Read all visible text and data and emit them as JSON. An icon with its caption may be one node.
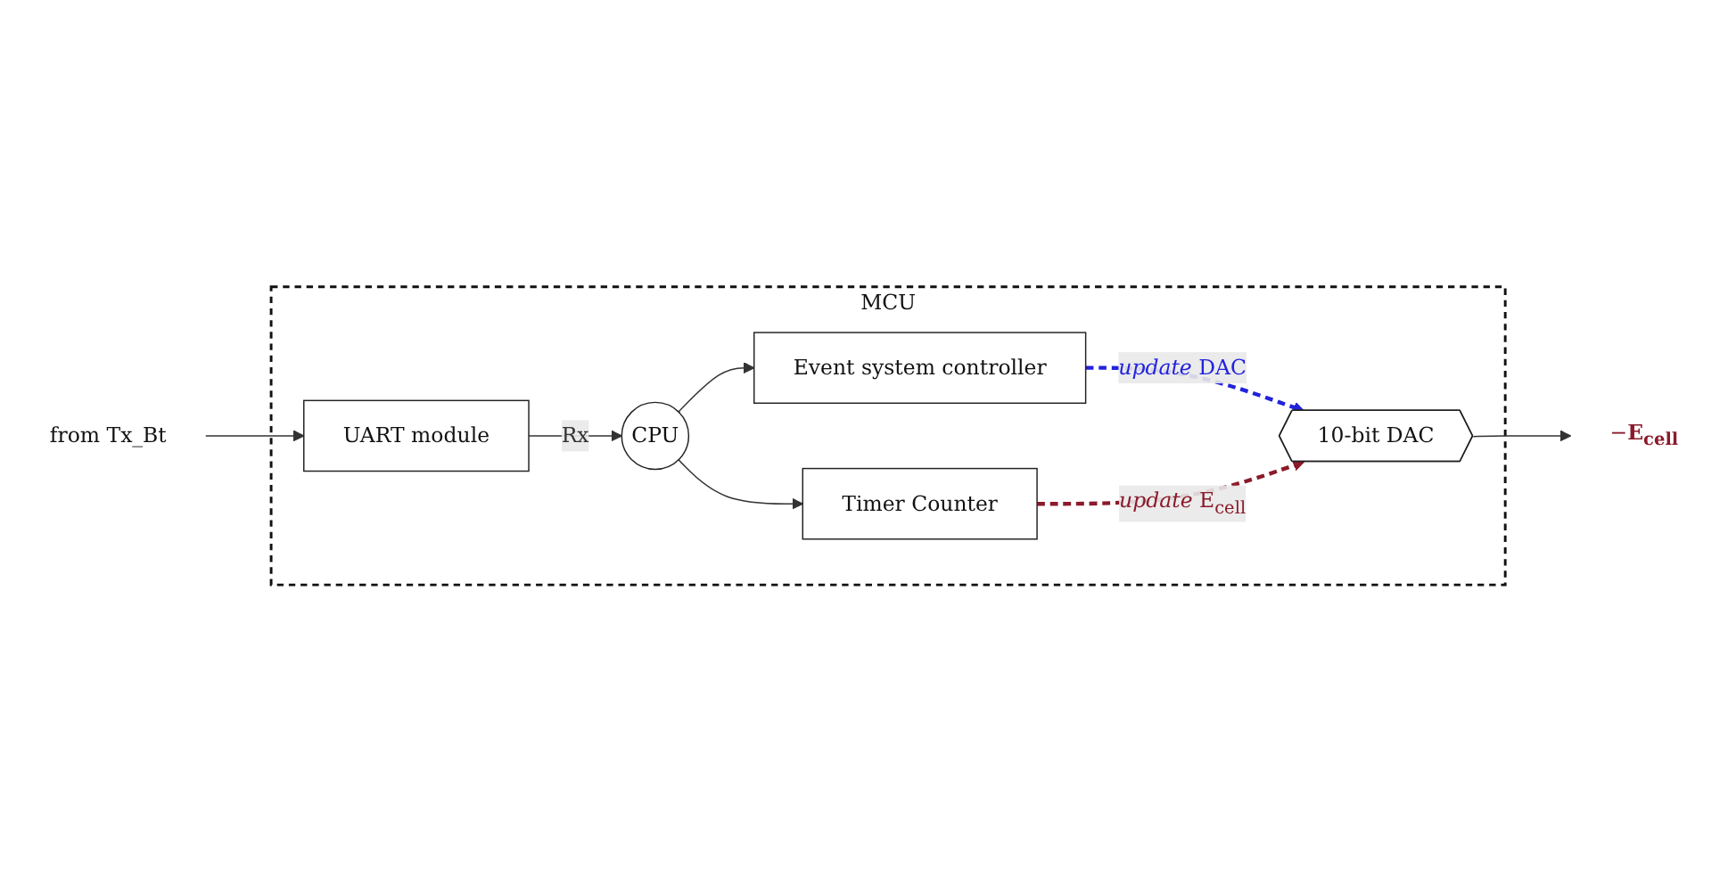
{
  "diagram": {
    "nodes": [
      {
        "text": [
          "MCU"
        ]
      },
      {
        "text": [
          "from Tx_Bt"
        ]
      },
      {
        "text": [
          "UART module"
        ],
        "in": 0
      },
      {
        "text": [
          "CPU"
        ],
        "in": 0
      },
      {
        "text": [
          "Event system controller"
        ],
        "in": 0
      },
      {
        "text": [
          "Timer Counter"
        ],
        "in": 0
      },
      {
        "text": [
          "10-bit DAC"
        ],
        "in": 0
      },
      {
        "text": [
          "−**E$_{cell}$**"
        ]
      }
    ],
    "edges": [
      {
        "from": 1,
        "to": 2,
        "arrow": "to"
      },
      {
        "from": 2,
        "to": 3,
        "arrow": "to",
        "label": "Rx"
      },
      {
        "from": 3,
        "to": 4,
        "arrow": "to"
      },
      {
        "from": 3,
        "to": 5,
        "arrow": "to"
      },
      {
        "from": 4,
        "to": 6,
        "arrow": "to",
        "label": "*update* DAC",
        "style": "dashed",
        "color": "#2222dd"
      },
      {
        "from": 5,
        "to": 6,
        "arrow": "to",
        "label": "*update* E$_{cell}$",
        "style": "dashed",
        "color": "#8b1a2b"
      },
      {
        "from": 6,
        "to": 7,
        "arrow": "to"
      }
    ]
  }
}
